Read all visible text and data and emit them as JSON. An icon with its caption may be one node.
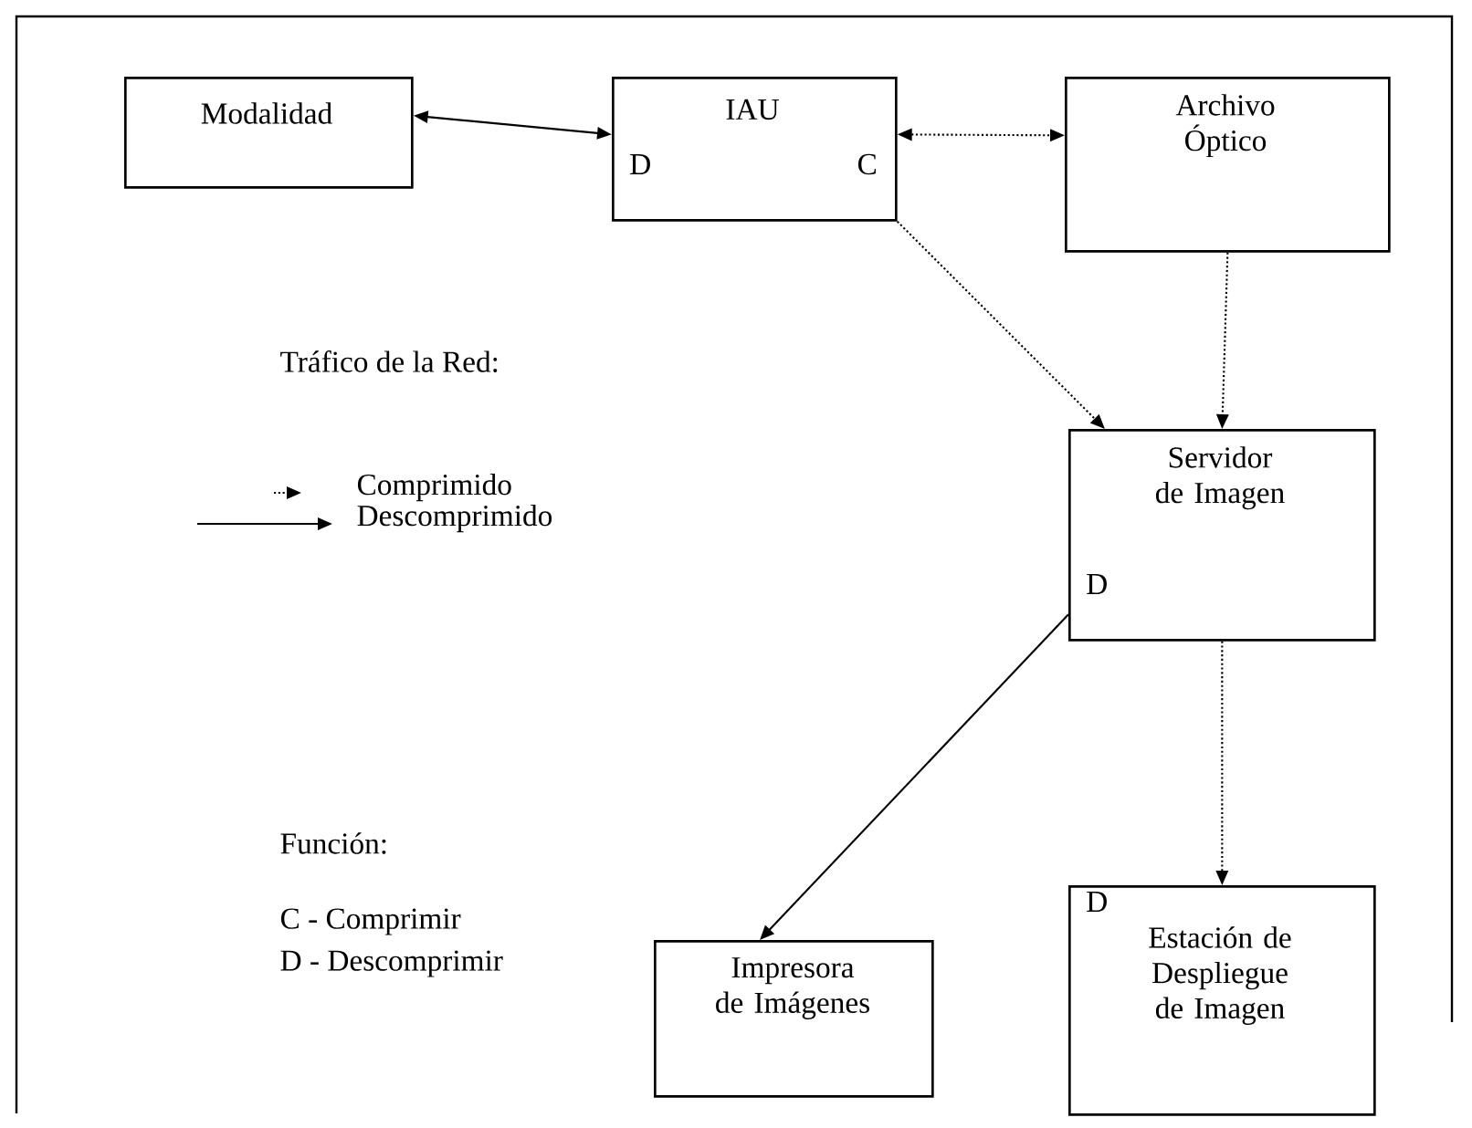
{
  "diagram": {
    "nodes": [
      {
        "text": [
          "Modalidad"
        ]
      },
      {
        "text": [
          "IAU",
          "D",
          "C"
        ]
      },
      {
        "text": [
          "Archivo Óptico"
        ]
      },
      {
        "text": [
          "Servidor de Imagen",
          "D"
        ]
      },
      {
        "text": [
          "Impresora de Imágenes"
        ]
      },
      {
        "text": [
          "D",
          "Estación de Despliegue de Imagen"
        ]
      }
    ],
    "edges": [
      {
        "from": 0,
        "to": 1,
        "arrow": "both"
      },
      {
        "from": 1,
        "to": 2,
        "arrow": "both",
        "style": "dashed"
      },
      {
        "from": 1,
        "to": 3,
        "arrow": "to",
        "style": "dashed"
      },
      {
        "from": 2,
        "to": 3,
        "arrow": "to",
        "style": "dashed"
      },
      {
        "from": 3,
        "to": 4,
        "arrow": "to"
      },
      {
        "from": 3,
        "to": 5,
        "arrow": "to",
        "style": "dashed"
      }
    ],
    "labels": [
      "Tráfico de la Red:",
      "Función:",
      "C - Comprimir",
      "D - Descomprimir"
    ],
    "legend": [
      {
        "text": "Comprimido"
      },
      {
        "text": "Descomprimido"
      }
    ]
  }
}
